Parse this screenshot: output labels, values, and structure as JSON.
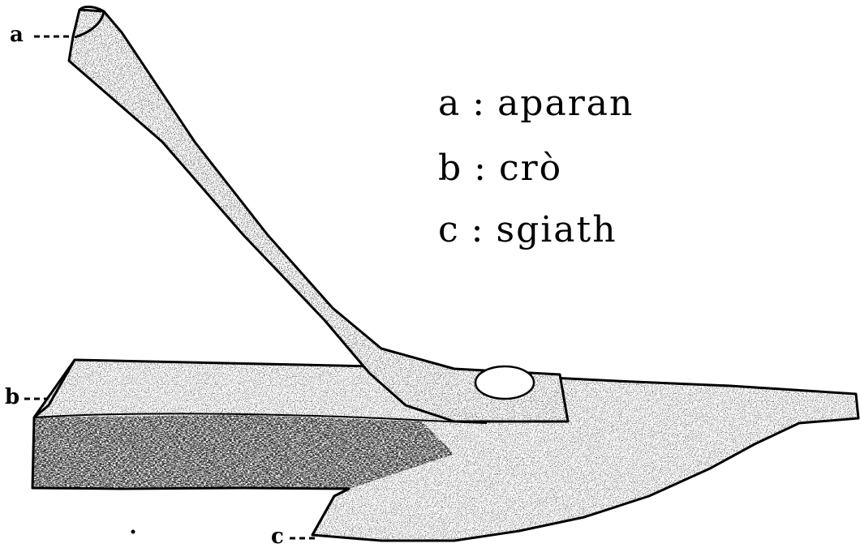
{
  "labels": {
    "a": "a",
    "b": "b",
    "c": "c"
  },
  "legend": [
    {
      "key": "a",
      "sep": ":",
      "term": "aparan"
    },
    {
      "key": "b",
      "sep": ":",
      "term": "crò"
    },
    {
      "key": "c",
      "sep": ":",
      "term": "sgiath"
    }
  ],
  "colors": {
    "ink": "#000000",
    "paper": "#ffffff"
  }
}
